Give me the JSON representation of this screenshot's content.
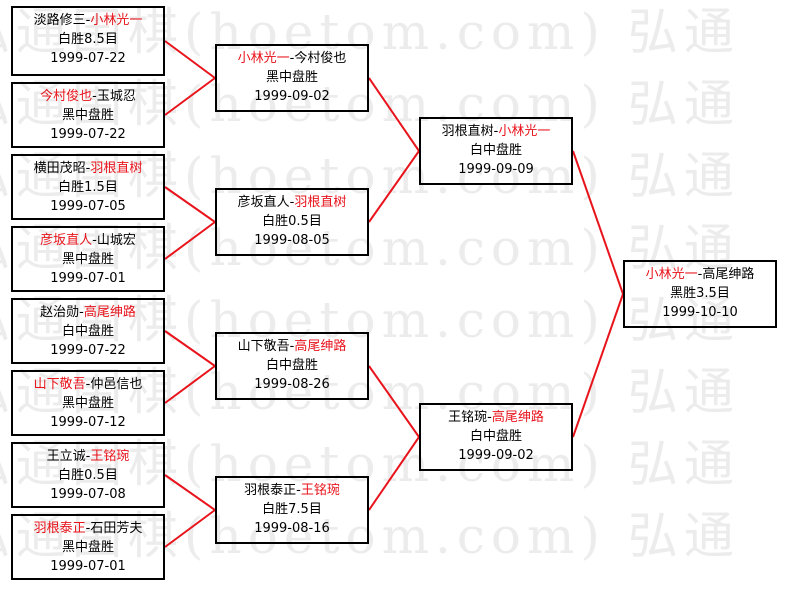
{
  "watermark": {
    "lines": [
      "弘通围棋(hoetom.com) 弘通",
      "弘通围棋(hoetom.com) 弘通",
      "弘通围棋(hoetom.com) 弘通",
      "弘通围棋(hoetom.com) 弘通",
      "弘通围棋(hoetom.com) 弘通",
      "弘通围棋(hoetom.com) 弘通",
      "弘通围棋(hoetom.com) 弘通",
      "弘通围棋(hoetom.com) 弘通"
    ]
  },
  "colors": {
    "winner": "#e8141c",
    "connector": "#e8141c",
    "border": "#000000"
  },
  "round1": [
    {
      "black": "淡路修三",
      "sep": "-",
      "white": "小林光一",
      "winner": "white",
      "result": "白胜8.5目",
      "date": "1999-07-22"
    },
    {
      "black": "今村俊也",
      "sep": "-",
      "white": "玉城忍",
      "winner": "black",
      "result": "黑中盘胜",
      "date": "1999-07-22"
    },
    {
      "black": "横田茂昭",
      "sep": "-",
      "white": "羽根直树",
      "winner": "white",
      "result": "白胜1.5目",
      "date": "1999-07-05"
    },
    {
      "black": "彦坂直人",
      "sep": "-",
      "white": "山城宏",
      "winner": "black",
      "result": "黑中盘胜",
      "date": "1999-07-01"
    },
    {
      "black": "赵治勋",
      "sep": "-",
      "white": "高尾绅路",
      "winner": "white",
      "result": "白中盘胜",
      "date": "1999-07-22"
    },
    {
      "black": "山下敬吾",
      "sep": "-",
      "white": "仲邑信也",
      "winner": "black",
      "result": "黑中盘胜",
      "date": "1999-07-12"
    },
    {
      "black": "王立诚",
      "sep": "-",
      "white": "王铭琬",
      "winner": "white",
      "result": "白胜0.5目",
      "date": "1999-07-08"
    },
    {
      "black": "羽根泰正",
      "sep": "-",
      "white": "石田芳夫",
      "winner": "black",
      "result": "黑中盘胜",
      "date": "1999-07-01"
    }
  ],
  "round2": [
    {
      "black": "小林光一",
      "sep": "-",
      "white": "今村俊也",
      "winner": "black",
      "result": "黑中盘胜",
      "date": "1999-09-02"
    },
    {
      "black": "彦坂直人",
      "sep": "-",
      "white": "羽根直树",
      "winner": "white",
      "result": "白胜0.5目",
      "date": "1999-08-05"
    },
    {
      "black": "山下敬吾",
      "sep": "-",
      "white": "高尾绅路",
      "winner": "white",
      "result": "白中盘胜",
      "date": "1999-08-26"
    },
    {
      "black": "羽根泰正",
      "sep": "-",
      "white": "王铭琬",
      "winner": "white",
      "result": "白胜7.5目",
      "date": "1999-08-16"
    }
  ],
  "round3": [
    {
      "black": "羽根直树",
      "sep": "-",
      "white": "小林光一",
      "winner": "white",
      "result": "白中盘胜",
      "date": "1999-09-09"
    },
    {
      "black": "王铭琬",
      "sep": "-",
      "white": "高尾绅路",
      "winner": "white",
      "result": "白中盘胜",
      "date": "1999-09-02"
    }
  ],
  "final": [
    {
      "black": "小林光一",
      "sep": "-",
      "white": "高尾绅路",
      "winner": "black",
      "result": "黑胜3.5目",
      "date": "1999-10-10"
    }
  ]
}
